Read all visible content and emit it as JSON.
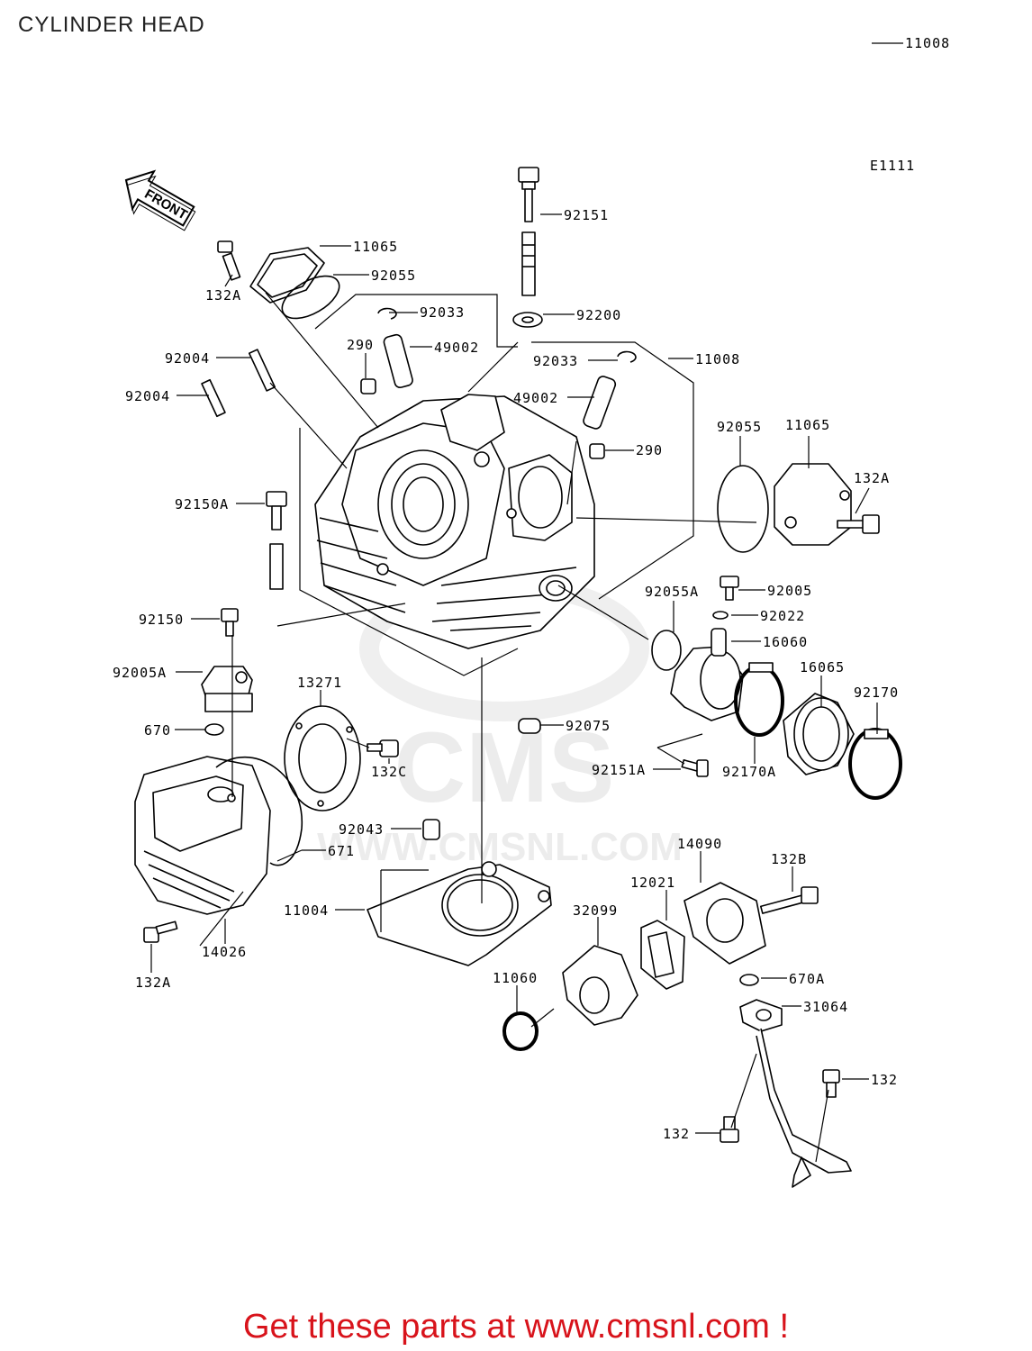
{
  "title": "CYLINDER HEAD",
  "ref_number": "11008",
  "figure_code": "E1111",
  "front_label": "FRONT",
  "watermark": {
    "brand": "CMS",
    "url": "WWW.CMSNL.COM"
  },
  "promo_text": "Get these parts at www.cmsnl.com !",
  "colors": {
    "promo": "#d8131b",
    "lines": "#000000",
    "watermark": "#ececec"
  },
  "callouts": [
    "92151",
    "11065",
    "92055",
    "132A",
    "92033",
    "92200",
    "290",
    "49002",
    "92033",
    "11008",
    "92004",
    "92004",
    "49002",
    "290",
    "92055",
    "11065",
    "132A",
    "92150A",
    "92005",
    "92055A",
    "92022",
    "16060",
    "16065",
    "92170",
    "92150",
    "92005A",
    "13271",
    "670",
    "92075",
    "132C",
    "92151A",
    "92170A",
    "92043",
    "671",
    "14090",
    "132B",
    "12021",
    "11004",
    "32099",
    "670A",
    "11060",
    "31064",
    "14026",
    "132A",
    "132",
    "132"
  ]
}
